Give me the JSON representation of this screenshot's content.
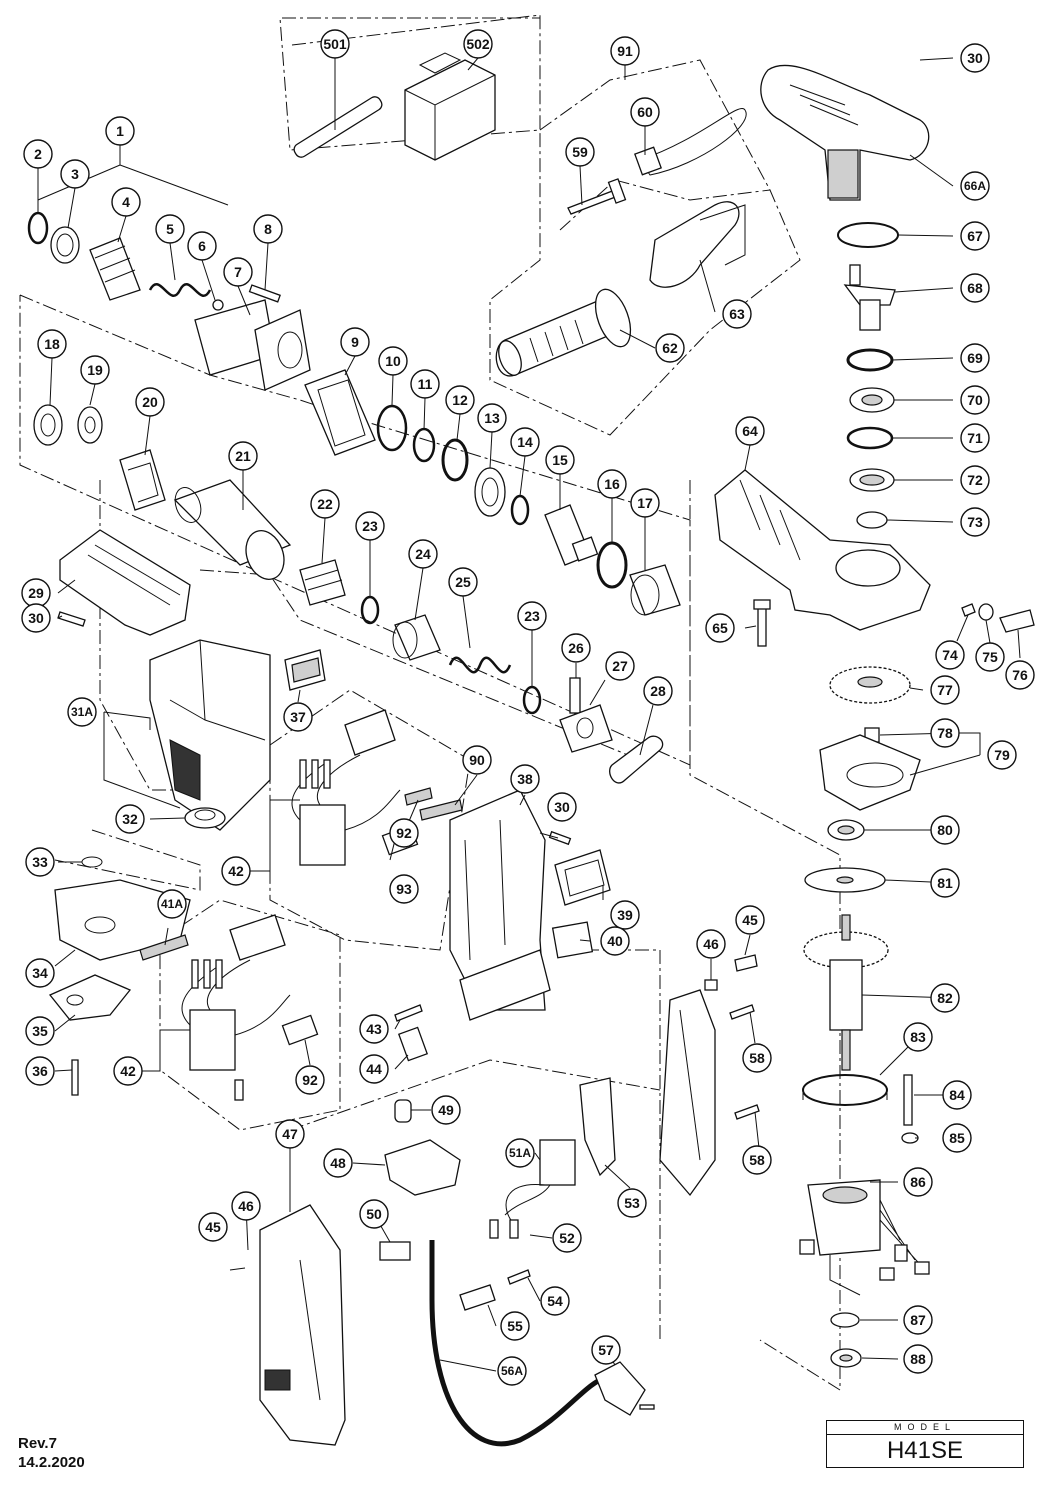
{
  "revision": "Rev.7",
  "date": "14.2.2020",
  "model": {
    "label": "MODEL",
    "value": "H41SE"
  },
  "callouts": [
    "501",
    "502",
    "91",
    "30",
    "60",
    "66A",
    "59",
    "67",
    "1",
    "2",
    "3",
    "4",
    "8",
    "68",
    "5",
    "6",
    "7",
    "63",
    "62",
    "69",
    "18",
    "9",
    "10",
    "19",
    "11",
    "70",
    "20",
    "12",
    "13",
    "71",
    "64",
    "14",
    "21",
    "15",
    "72",
    "16",
    "17",
    "22",
    "73",
    "23",
    "24",
    "25",
    "29",
    "23",
    "74",
    "75",
    "65",
    "76",
    "30",
    "26",
    "27",
    "77",
    "37",
    "31A",
    "28",
    "78",
    "79",
    "90",
    "38",
    "32",
    "92",
    "30",
    "80",
    "33",
    "42",
    "93",
    "39",
    "81",
    "41A",
    "45",
    "46",
    "40",
    "34",
    "42",
    "82",
    "43",
    "44",
    "58",
    "83",
    "35",
    "92",
    "49",
    "84",
    "36",
    "47",
    "48",
    "51A",
    "85",
    "58",
    "53",
    "86",
    "50",
    "52",
    "45",
    "46",
    "54",
    "55",
    "87",
    "57",
    "56A",
    "88"
  ]
}
